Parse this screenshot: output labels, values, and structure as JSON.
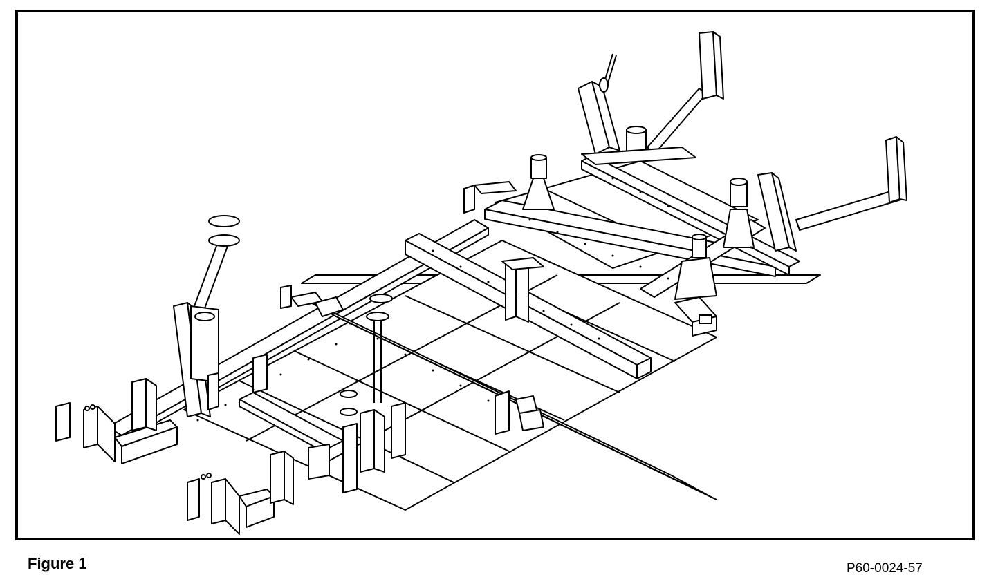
{
  "caption": {
    "label": "Figure 1"
  },
  "figure_code": "P60-0024-57",
  "drawing": {
    "subject": "isometric line drawing of a welded frame fixture",
    "stroke_color": "#000000",
    "fill_color": "#ffffff"
  }
}
